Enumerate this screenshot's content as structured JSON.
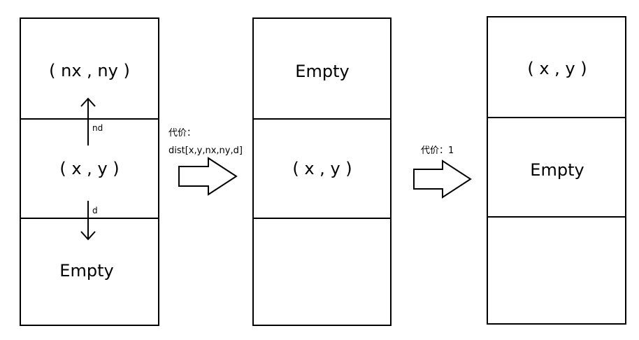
{
  "columns": [
    {
      "cells": [
        "( nx , ny )",
        "( x , y )",
        "Empty"
      ]
    },
    {
      "cells": [
        "Empty",
        "( x , y )",
        ""
      ]
    },
    {
      "cells": [
        "( x , y )",
        "Empty",
        ""
      ]
    }
  ],
  "arrows_in_first_column": {
    "up_label": "nd",
    "down_label": "d"
  },
  "transitions": [
    {
      "cost_line1": "代价：",
      "cost_line2": "dist[x,y,nx,ny,d]"
    },
    {
      "cost_line1": "代价：1"
    }
  ],
  "colors": {
    "stroke": "#000000",
    "background": "#ffffff"
  }
}
